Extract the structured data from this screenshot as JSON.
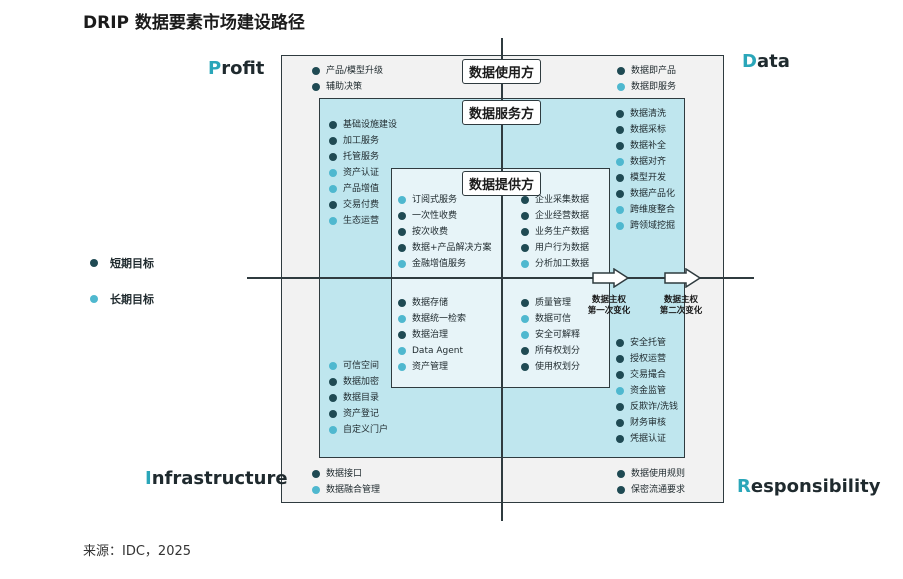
{
  "title": "DRIP 数据要素市场建设路径",
  "source": "来源：IDC，2025",
  "corners": {
    "profit": {
      "first": "P",
      "rest": "rofit"
    },
    "data": {
      "first": "D",
      "rest": "ata"
    },
    "infrastructure": {
      "first": "I",
      "rest": "nfrastructure"
    },
    "responsibility": {
      "first": "R",
      "rest": "esponsibility"
    }
  },
  "legend": {
    "short": "短期目标",
    "long": "长期目标"
  },
  "tags": {
    "outer": "数据使用方",
    "middle": "数据服务方",
    "inner": "数据提供方"
  },
  "shifts": {
    "first": [
      "数据主权",
      "第一次变化"
    ],
    "second": [
      "数据主权",
      "第二次变化"
    ]
  },
  "colors": {
    "short": "#1f4a53",
    "long": "#4fb8cf",
    "accent": "#2aa6b9"
  },
  "lists": [
    {
      "id": "outer-top-left",
      "items": [
        {
          "text": "产品/模型升级",
          "kind": "short"
        },
        {
          "text": "辅助决策",
          "kind": "short"
        }
      ]
    },
    {
      "id": "outer-top-right",
      "items": [
        {
          "text": "数据即产品",
          "kind": "short"
        },
        {
          "text": "数据即服务",
          "kind": "long"
        }
      ]
    },
    {
      "id": "middle-top-left",
      "items": [
        {
          "text": "基础设施建设",
          "kind": "short"
        },
        {
          "text": "加工服务",
          "kind": "short"
        },
        {
          "text": "托管服务",
          "kind": "short"
        },
        {
          "text": "资产认证",
          "kind": "long"
        },
        {
          "text": "产品增值",
          "kind": "long"
        },
        {
          "text": "交易付费",
          "kind": "short"
        },
        {
          "text": "生态运营",
          "kind": "long"
        }
      ]
    },
    {
      "id": "middle-top-right",
      "items": [
        {
          "text": "数据清洗",
          "kind": "short"
        },
        {
          "text": "数据采标",
          "kind": "short"
        },
        {
          "text": "数据补全",
          "kind": "short"
        },
        {
          "text": "数据对齐",
          "kind": "long"
        },
        {
          "text": "模型开发",
          "kind": "short"
        },
        {
          "text": "数据产品化",
          "kind": "short"
        },
        {
          "text": "跨维度整合",
          "kind": "long"
        },
        {
          "text": "跨领域挖掘",
          "kind": "long"
        }
      ]
    },
    {
      "id": "inner-top-left",
      "items": [
        {
          "text": "订阅式服务",
          "kind": "long"
        },
        {
          "text": "一次性收费",
          "kind": "short"
        },
        {
          "text": "按次收费",
          "kind": "short"
        },
        {
          "text": "数据+产品解决方案",
          "kind": "short"
        },
        {
          "text": "金融增值服务",
          "kind": "long"
        }
      ]
    },
    {
      "id": "inner-top-right",
      "items": [
        {
          "text": "企业采集数据",
          "kind": "short"
        },
        {
          "text": "企业经营数据",
          "kind": "short"
        },
        {
          "text": "业务生产数据",
          "kind": "short"
        },
        {
          "text": "用户行为数据",
          "kind": "short"
        },
        {
          "text": "分析加工数据",
          "kind": "long"
        }
      ]
    },
    {
      "id": "inner-bottom-left",
      "items": [
        {
          "text": "数据存储",
          "kind": "short"
        },
        {
          "text": "数据统一检索",
          "kind": "long"
        },
        {
          "text": "数据治理",
          "kind": "short"
        },
        {
          "text": "Data Agent",
          "kind": "long"
        },
        {
          "text": "资产管理",
          "kind": "long"
        }
      ]
    },
    {
      "id": "inner-bottom-right",
      "items": [
        {
          "text": "质量管理",
          "kind": "short"
        },
        {
          "text": "数据可信",
          "kind": "long"
        },
        {
          "text": "安全可解释",
          "kind": "long"
        },
        {
          "text": "所有权划分",
          "kind": "short"
        },
        {
          "text": "使用权划分",
          "kind": "short"
        }
      ]
    },
    {
      "id": "middle-bottom-left",
      "items": [
        {
          "text": "可信空间",
          "kind": "long"
        },
        {
          "text": "数据加密",
          "kind": "short"
        },
        {
          "text": "数据目录",
          "kind": "short"
        },
        {
          "text": "资产登记",
          "kind": "short"
        },
        {
          "text": "自定义门户",
          "kind": "long"
        }
      ]
    },
    {
      "id": "middle-bottom-right",
      "items": [
        {
          "text": "安全托管",
          "kind": "short"
        },
        {
          "text": "授权运营",
          "kind": "short"
        },
        {
          "text": "交易撮合",
          "kind": "short"
        },
        {
          "text": "资金监管",
          "kind": "long"
        },
        {
          "text": "反欺诈/洗钱",
          "kind": "short"
        },
        {
          "text": "财务审核",
          "kind": "short"
        },
        {
          "text": "凭据认证",
          "kind": "short"
        }
      ]
    },
    {
      "id": "outer-bottom-left",
      "items": [
        {
          "text": "数据接口",
          "kind": "short"
        },
        {
          "text": "数据融合管理",
          "kind": "long"
        }
      ]
    },
    {
      "id": "outer-bottom-right",
      "items": [
        {
          "text": "数据使用规则",
          "kind": "short"
        },
        {
          "text": "保密流通要求",
          "kind": "short"
        }
      ]
    }
  ]
}
